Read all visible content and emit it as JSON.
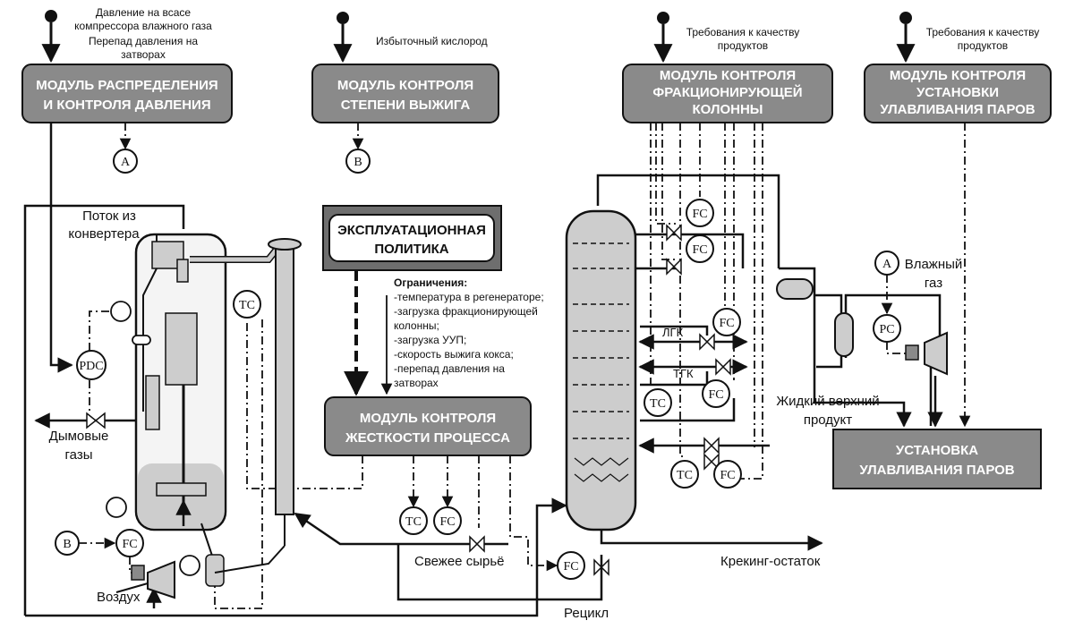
{
  "inputs": {
    "m1_a": "Давление на всасе",
    "m1_b": "компрессора влажного газа",
    "m1_c": "Перепад давления на",
    "m1_d": "затворах",
    "m2": "Избыточный кислород",
    "m3_a": "Требования к качеству",
    "m3_b": "продуктов",
    "m4_a": "Требования к качеству",
    "m4_b": "продуктов"
  },
  "modules": {
    "pressure": [
      "МОДУЛЬ РАСПРЕДЕЛЕНИЯ",
      "И КОНТРОЛЯ ДАВЛЕНИЯ"
    ],
    "burn": [
      "МОДУЛЬ КОНТРОЛЯ",
      "СТЕПЕНИ ВЫЖИГА"
    ],
    "fractionator": [
      "МОДУЛЬ КОНТРОЛЯ",
      "ФРАКЦИОНИРУЮЩЕЙ",
      "КОЛОННЫ"
    ],
    "vapor": [
      "МОДУЛЬ КОНТРОЛЯ",
      "УСТАНОВКИ",
      "УЛАВЛИВАНИЯ ПАРОВ"
    ],
    "severity": [
      "МОДУЛЬ КОНТРОЛЯ",
      "ЖЕСТКОСТИ ПРОЦЕССА"
    ],
    "policy": [
      "ЭКСПЛУАТАЦИОННАЯ",
      "ПОЛИТИКА"
    ],
    "vru": [
      "УСТАНОВКА",
      "УЛАВЛИВАНИЯ ПАРОВ"
    ]
  },
  "constraints": {
    "title": "Ограничения:",
    "items": [
      "-температура в регенераторе;",
      "-загрузка фракционирующей",
      "колонны;",
      "-загрузка УУП;",
      "-скорость выжига кокса;",
      "-перепад давления на",
      "затворах"
    ]
  },
  "labels": {
    "converter_a": "Поток из",
    "converter_b": "конвертера",
    "flue_a": "Дымовые",
    "flue_b": "газы",
    "air": "Воздух",
    "feed": "Свежее сырьё",
    "recycle": "Рецикл",
    "residue": "Крекинг-остаток",
    "lcgo": "ЛГК",
    "hcgo": "ТГК",
    "liquid_a": "Жидкий верхний",
    "liquid_b": "продукт",
    "wetgas_a": "Влажный",
    "wetgas_b": "газ"
  },
  "controllers": {
    "tc": "TC",
    "fc": "FC",
    "pc": "PC",
    "pdc": "PDC",
    "a": "A",
    "b": "B"
  },
  "colors": {
    "module_fill": "#8a8a8a",
    "equipment_fill": "#cdcdcd",
    "line": "#111111"
  }
}
